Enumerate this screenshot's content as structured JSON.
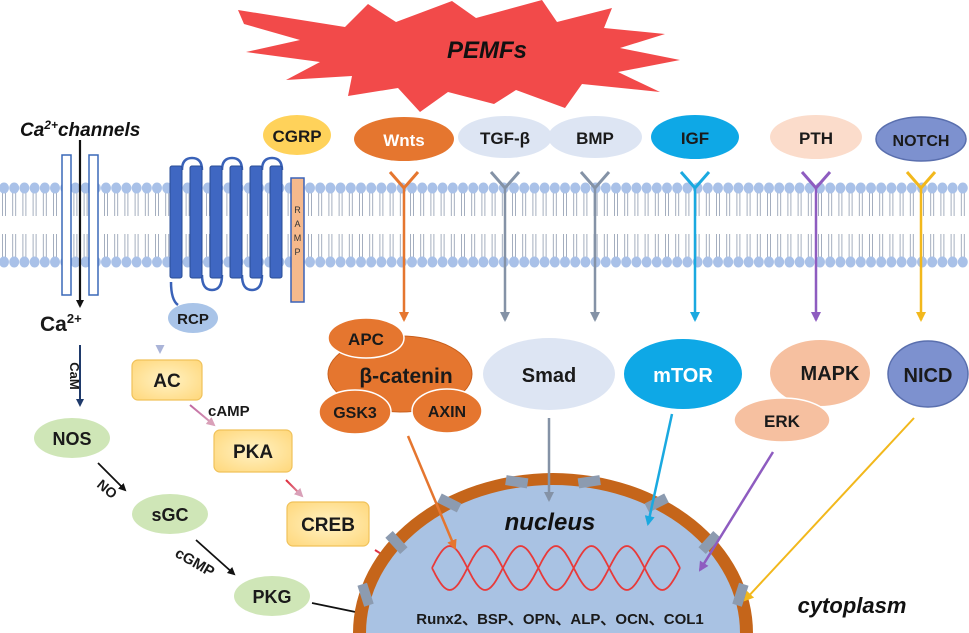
{
  "colors": {
    "membrane_head": "#a9c1e8",
    "membrane_tail": "#9aa6b8",
    "star": "#f24a4a",
    "wnt": "#e5762f",
    "tgf": "#dde5f3",
    "igf": "#0ea8e6",
    "pth": "#fbdccb",
    "notch": "#7d91cf",
    "nucleus": "#a9c2e3",
    "envelope": "#c5651a",
    "pore": "#8c9bb0",
    "box_fill": "#ffdb8a",
    "green": "#cfe6b7",
    "dna": "#e83a3a"
  },
  "stimulus": {
    "label": "PEMFs"
  },
  "calcium": {
    "channels_label": "channels",
    "ion": "Ca",
    "superscript": "2+",
    "cam_label": "CaM",
    "nos": "NOS",
    "no_label": "NO",
    "sgc": "sGC",
    "cgmp_label": "cGMP",
    "pkg": "PKG"
  },
  "gpcr": {
    "ligand": "CGRP",
    "ramp": "RAMP",
    "rcp": "RCP",
    "ac": "AC",
    "camp_label": "cAMP",
    "pka": "PKA",
    "creb": "CREB"
  },
  "ligands": {
    "wnts": "Wnts",
    "tgf": "TGF-β",
    "bmp": "BMP",
    "igf": "IGF",
    "pth": "PTH",
    "notch": "NOTCH"
  },
  "effectors": {
    "apc": "APC",
    "beta_catenin": "β-catenin",
    "gsk3": "GSK3",
    "axin": "AXIN",
    "smad": "Smad",
    "mtor": "mTOR",
    "mapk": "MAPK",
    "erk": "ERK",
    "nicd": "NICD"
  },
  "nucleus": {
    "label": "nucleus",
    "genes": "Runx2、BSP、OPN、ALP、OCN、COL1"
  },
  "cytoplasm": {
    "label": "cytoplasm"
  }
}
